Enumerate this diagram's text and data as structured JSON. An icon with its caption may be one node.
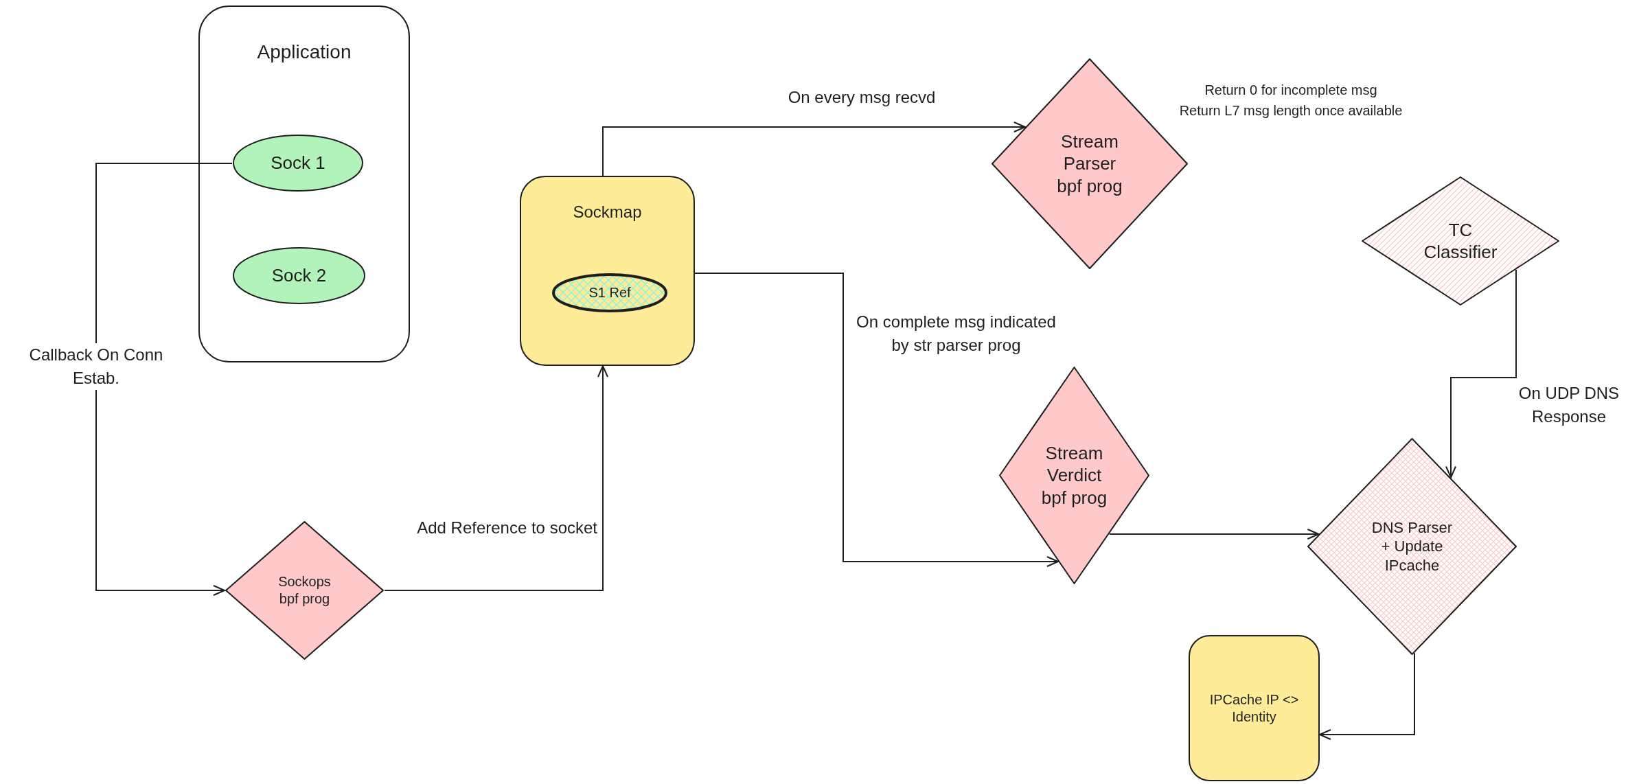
{
  "diagram": {
    "nodes": [
      {
        "text": [
          "Application"
        ]
      },
      {
        "text": [
          "Sock 1"
        ],
        "in": 0
      },
      {
        "text": [
          "Sock 2"
        ],
        "in": 0
      },
      {
        "text": [
          "Sockmap"
        ]
      },
      {
        "text": [
          "S1 Ref"
        ],
        "in": 3
      },
      {
        "text": [
          "Sockops bpf prog"
        ]
      },
      {
        "text": [
          "Stream Parser bpf prog"
        ],
        "beside": [
          "Return 0 for incomplete msg",
          "Return L7 msg length once available"
        ]
      },
      {
        "text": [
          "TC Classifier"
        ]
      },
      {
        "text": [
          "Stream Verdict bpf prog"
        ]
      },
      {
        "text": [
          "DNS Parser + Update IPcache"
        ]
      },
      {
        "text": [
          "IPCache IP <> Identity"
        ]
      }
    ],
    "edges": [
      {
        "from": 1,
        "to": 5,
        "arrow": "to",
        "label": "Callback On Conn Estab."
      },
      {
        "from": 5,
        "to": 3,
        "arrow": "to",
        "label": "Add Reference to socket"
      },
      {
        "from": 3,
        "to": 6,
        "arrow": "to",
        "label": "On every msg recvd"
      },
      {
        "from": 3,
        "to": 8,
        "arrow": "to",
        "label": "On complete msg indicated by str parser prog"
      },
      {
        "from": 8,
        "to": 9,
        "arrow": "to"
      },
      {
        "from": 7,
        "to": 9,
        "arrow": "to",
        "label": "On UDP DNS Response"
      },
      {
        "from": 9,
        "to": 10,
        "arrow": "to"
      }
    ]
  }
}
